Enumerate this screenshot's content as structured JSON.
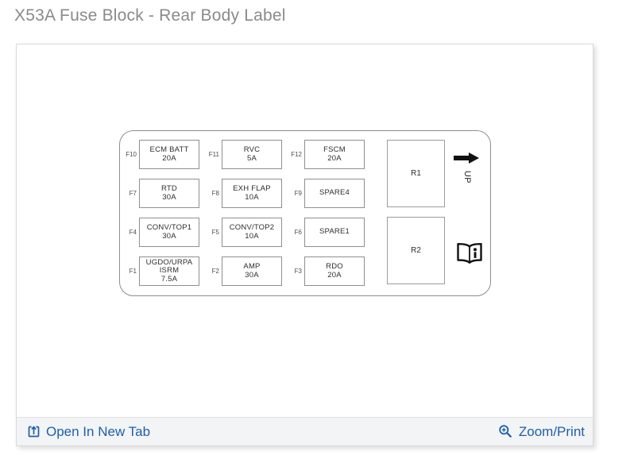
{
  "page": {
    "title": "X53A Fuse Block - Rear Body Label"
  },
  "fuse_block": {
    "fuses": [
      {
        "id": "F10",
        "label": "ECM BATT\n20A"
      },
      {
        "id": "F11",
        "label": "RVC\n5A"
      },
      {
        "id": "F12",
        "label": "FSCM\n20A"
      },
      {
        "id": "F7",
        "label": "RTD\n30A"
      },
      {
        "id": "F8",
        "label": "EXH FLAP\n10A"
      },
      {
        "id": "F9",
        "label": "SPARE4"
      },
      {
        "id": "F4",
        "label": "CONV/TOP1\n30A"
      },
      {
        "id": "F5",
        "label": "CONV/TOP2\n10A"
      },
      {
        "id": "F6",
        "label": "SPARE1"
      },
      {
        "id": "F1",
        "label": "UGDO/URPA\nISRM\n7.5A"
      },
      {
        "id": "F2",
        "label": "AMP\n30A"
      },
      {
        "id": "F3",
        "label": "RDO\n20A"
      }
    ],
    "relays": [
      {
        "id": "R1"
      },
      {
        "id": "R2"
      }
    ],
    "orientation_label": "UP"
  },
  "footer": {
    "open_in_new_tab_label": "Open In New Tab",
    "zoom_print_label": "Zoom/Print"
  },
  "colors": {
    "link_blue": "#1e5fa8",
    "title_gray": "#8a8a8a",
    "outline_gray": "#8e8e8e"
  }
}
